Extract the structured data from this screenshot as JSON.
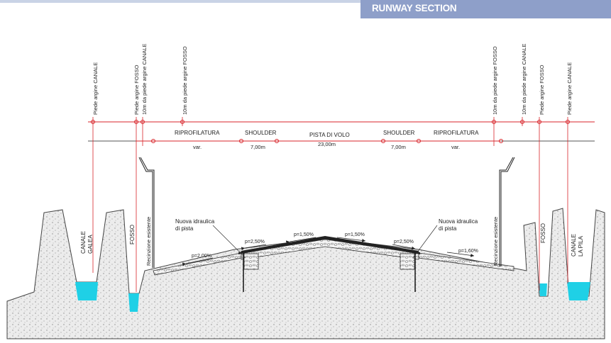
{
  "header": {
    "title": "RUNWAY SECTION"
  },
  "colors": {
    "header_bg": "#8e9fc9",
    "accent_red": "#d8262b",
    "water": "#1fd0e6",
    "ground_fill": "#e8e8e8",
    "pavement": "#222222"
  },
  "vertical_labels": {
    "left": [
      "Piede argine CANALE",
      "Piede argine FOSSO",
      "10m da piede argine CANALE",
      "10m da piede argine FOSSO"
    ],
    "right": [
      "10m da piede argine FOSSO",
      "10m da piede argine CANALE",
      "Piede argine FOSSO",
      "Piede argine CANALE"
    ]
  },
  "segments": {
    "riprofilatura_left": {
      "name": "RIPROFILATURA",
      "value": "var."
    },
    "shoulder_left": {
      "name": "SHOULDER",
      "value": "7,00m"
    },
    "pista": {
      "name": "PISTA DI VOLO",
      "value": "23,00m"
    },
    "shoulder_right": {
      "name": "SHOULDER",
      "value": "7,00m"
    },
    "riprofilatura_right": {
      "name": "RIPROFILATURA",
      "value": "var."
    }
  },
  "annotations": {
    "canale_galea": [
      "CANALE",
      "GALEA"
    ],
    "fosso_left": "FOSSO",
    "recinzione_left": "Recinzione esistente",
    "idraulica_left": [
      "Nuova idraulica",
      "di pista"
    ],
    "idraulica_right": [
      "Nuova idraulica",
      "di pista"
    ],
    "recinzione_right": "Recinzione esistente",
    "fosso_right": "FOSSO",
    "canale_pila": [
      "CANALE",
      "LA PILA"
    ]
  },
  "slopes": {
    "left_outer": "p=2,00%",
    "left_shoulder": "p=2,50%",
    "left_runway": "p=1,50%",
    "right_runway": "p=1,50%",
    "right_shoulder": "p=2,50%",
    "right_outer": "p=1,60%"
  }
}
